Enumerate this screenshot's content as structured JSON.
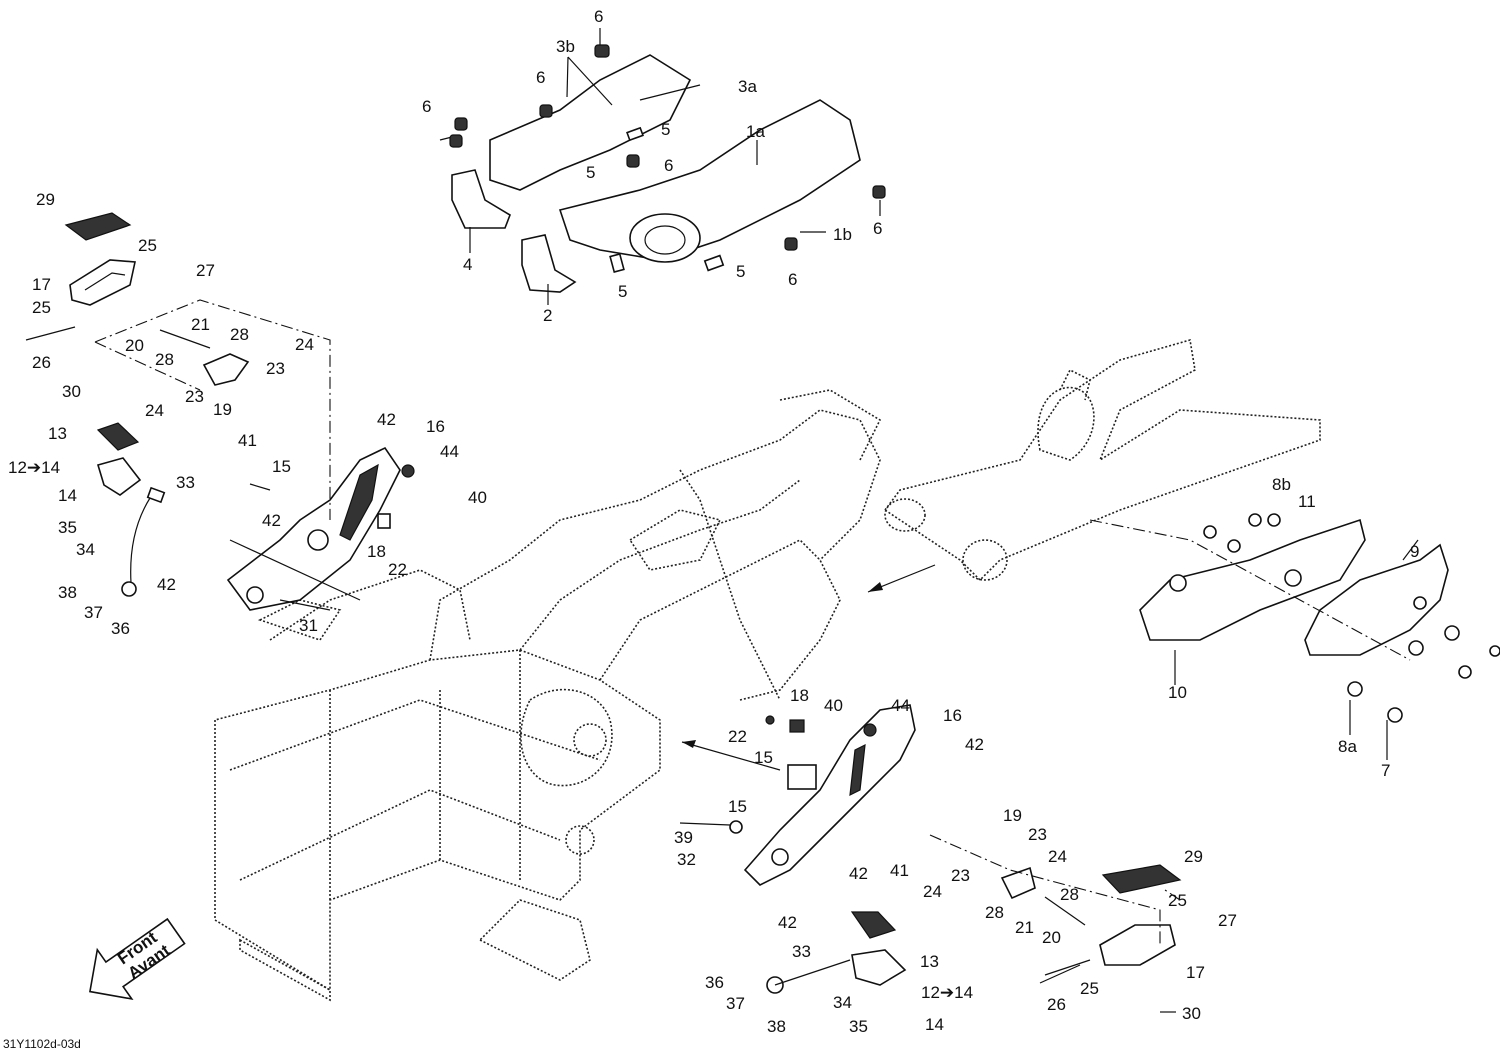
{
  "diagram_code": "31Y1102d-03d",
  "front_arrow": {
    "line1": "Front",
    "line2": "Avant"
  },
  "callouts": [
    {
      "id": "c6a",
      "text": "6"
    },
    {
      "id": "c3b",
      "text": "3b"
    },
    {
      "id": "c3a",
      "text": "3a"
    },
    {
      "id": "c6b",
      "text": "6"
    },
    {
      "id": "c6c",
      "text": "6"
    },
    {
      "id": "c1a",
      "text": "1a"
    },
    {
      "id": "c5a",
      "text": "5"
    },
    {
      "id": "c6d",
      "text": "6"
    },
    {
      "id": "c5b",
      "text": "5"
    },
    {
      "id": "c6e",
      "text": "6"
    },
    {
      "id": "c1b",
      "text": "1b"
    },
    {
      "id": "c4",
      "text": "4"
    },
    {
      "id": "c5c",
      "text": "5"
    },
    {
      "id": "c5d",
      "text": "5"
    },
    {
      "id": "c6f",
      "text": "6"
    },
    {
      "id": "c2",
      "text": "2"
    },
    {
      "id": "c29a",
      "text": "29"
    },
    {
      "id": "c25a",
      "text": "25"
    },
    {
      "id": "c27a",
      "text": "27"
    },
    {
      "id": "c17a",
      "text": "17"
    },
    {
      "id": "c25b",
      "text": "25"
    },
    {
      "id": "c21a",
      "text": "21"
    },
    {
      "id": "c28a",
      "text": "28"
    },
    {
      "id": "c24a",
      "text": "24"
    },
    {
      "id": "c26a",
      "text": "26"
    },
    {
      "id": "c20a",
      "text": "20"
    },
    {
      "id": "c28b",
      "text": "28"
    },
    {
      "id": "c23a",
      "text": "23"
    },
    {
      "id": "c30a",
      "text": "30"
    },
    {
      "id": "c24b",
      "text": "24"
    },
    {
      "id": "c23b",
      "text": "23"
    },
    {
      "id": "c19a",
      "text": "19"
    },
    {
      "id": "c13a",
      "text": "13"
    },
    {
      "id": "c12a",
      "text": "12➔14"
    },
    {
      "id": "c14a",
      "text": "14"
    },
    {
      "id": "c33a",
      "text": "33"
    },
    {
      "id": "c35a",
      "text": "35"
    },
    {
      "id": "c34a",
      "text": "34"
    },
    {
      "id": "c38a",
      "text": "38"
    },
    {
      "id": "c37a",
      "text": "37"
    },
    {
      "id": "c36a",
      "text": "36"
    },
    {
      "id": "c42a",
      "text": "42"
    },
    {
      "id": "c16a",
      "text": "16"
    },
    {
      "id": "c41a",
      "text": "41"
    },
    {
      "id": "c15a",
      "text": "15"
    },
    {
      "id": "c44a",
      "text": "44"
    },
    {
      "id": "c40a",
      "text": "40"
    },
    {
      "id": "c42b",
      "text": "42"
    },
    {
      "id": "c18a",
      "text": "18"
    },
    {
      "id": "c22a",
      "text": "22"
    },
    {
      "id": "c42c",
      "text": "42"
    },
    {
      "id": "c31",
      "text": "31"
    },
    {
      "id": "c8b",
      "text": "8b"
    },
    {
      "id": "c11",
      "text": "11"
    },
    {
      "id": "c9",
      "text": "9"
    },
    {
      "id": "c10",
      "text": "10"
    },
    {
      "id": "c8a",
      "text": "8a"
    },
    {
      "id": "c7",
      "text": "7"
    },
    {
      "id": "c18b",
      "text": "18"
    },
    {
      "id": "c40b",
      "text": "40"
    },
    {
      "id": "c44b",
      "text": "44"
    },
    {
      "id": "c16b",
      "text": "16"
    },
    {
      "id": "c22b",
      "text": "22"
    },
    {
      "id": "c42d",
      "text": "42"
    },
    {
      "id": "c15b",
      "text": "15"
    },
    {
      "id": "c15c",
      "text": "15"
    },
    {
      "id": "c39",
      "text": "39"
    },
    {
      "id": "c32",
      "text": "32"
    },
    {
      "id": "c42e",
      "text": "42"
    },
    {
      "id": "c41b",
      "text": "41"
    },
    {
      "id": "c42f",
      "text": "42"
    },
    {
      "id": "c19b",
      "text": "19"
    },
    {
      "id": "c23c",
      "text": "23"
    },
    {
      "id": "c24c",
      "text": "24"
    },
    {
      "id": "c29b",
      "text": "29"
    },
    {
      "id": "c24d",
      "text": "24"
    },
    {
      "id": "c23d",
      "text": "23"
    },
    {
      "id": "c28c",
      "text": "28"
    },
    {
      "id": "c28d",
      "text": "28"
    },
    {
      "id": "c21b",
      "text": "21"
    },
    {
      "id": "c25c",
      "text": "25"
    },
    {
      "id": "c27b",
      "text": "27"
    },
    {
      "id": "c20b",
      "text": "20"
    },
    {
      "id": "c33b",
      "text": "33"
    },
    {
      "id": "c13b",
      "text": "13"
    },
    {
      "id": "c17b",
      "text": "17"
    },
    {
      "id": "c36b",
      "text": "36"
    },
    {
      "id": "c12b",
      "text": "12➔14"
    },
    {
      "id": "c37b",
      "text": "37"
    },
    {
      "id": "c26b",
      "text": "26"
    },
    {
      "id": "c25d",
      "text": "25"
    },
    {
      "id": "c34b",
      "text": "34"
    },
    {
      "id": "c38b",
      "text": "38"
    },
    {
      "id": "c35b",
      "text": "35"
    },
    {
      "id": "c14b",
      "text": "14"
    },
    {
      "id": "c30b",
      "text": "30"
    }
  ]
}
